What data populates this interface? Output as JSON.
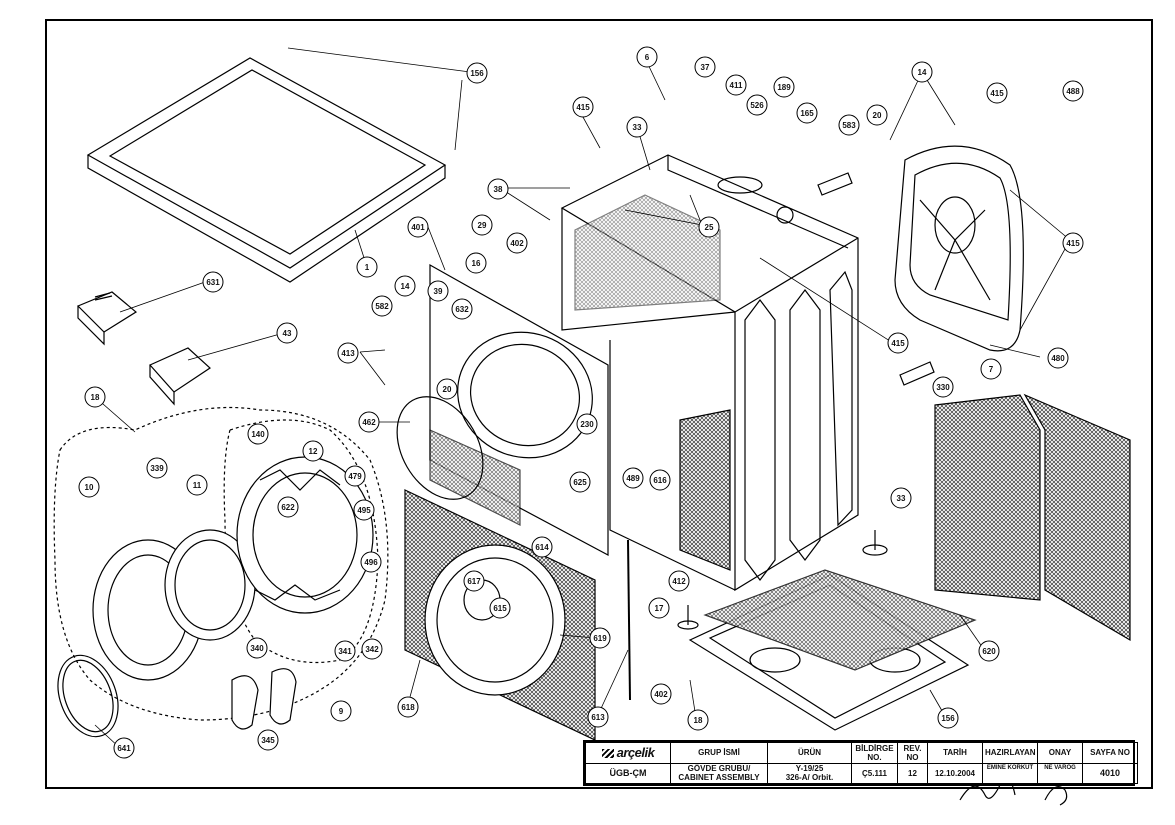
{
  "callouts": [
    "156",
    "1",
    "631",
    "43",
    "413",
    "582",
    "14",
    "401",
    "39",
    "632",
    "16",
    "29",
    "402",
    "415",
    "33",
    "6",
    "37",
    "411",
    "526",
    "189",
    "165",
    "583",
    "20",
    "25",
    "38",
    "415",
    "488",
    "480",
    "7",
    "330",
    "33",
    "18",
    "10",
    "339",
    "11",
    "140",
    "12",
    "622",
    "479",
    "495",
    "496",
    "342",
    "341",
    "340",
    "345",
    "9",
    "641",
    "462",
    "230",
    "625",
    "489",
    "616",
    "617",
    "615",
    "619",
    "618",
    "613",
    "17",
    "412",
    "402",
    "18",
    "156",
    "620",
    "614",
    "415",
    "415",
    "20",
    "14"
  ],
  "title_block": {
    "logo": "arçelik",
    "headers": {
      "group": "GRUP İSMİ",
      "product": "ÜRÜN",
      "bildirge": "BİLDİRGE\nNO.",
      "rev": "REV.\nNO",
      "date": "TARİH",
      "prepared": "HAZIRLAYAN",
      "approved": "ONAY",
      "page": "SAYFA NO"
    },
    "values": {
      "dept": "ÜGB-ÇM",
      "group": "GÖVDE GRUBU/\nCABINET ASSEMBLY",
      "product": "Y-19/25\n326-A/ Orbit.",
      "bildirge": "Ç5.111",
      "rev": "12",
      "date": "12.10.2004",
      "prepared": "EMINE KORKUT",
      "approved": "NE VAROĞ",
      "page": "4010"
    }
  }
}
